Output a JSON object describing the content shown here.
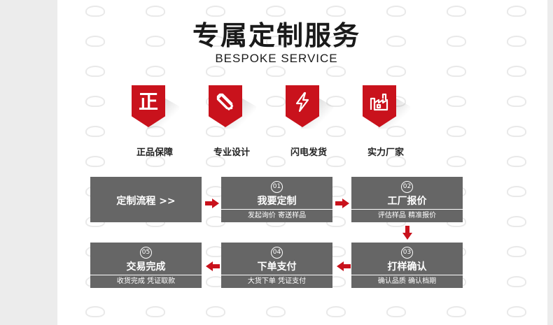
{
  "header": {
    "title": "专属定制服务",
    "subtitle": "BESPOKE SERVICE"
  },
  "features": [
    {
      "glyph": "正",
      "label": "正品保障",
      "icon": "authentic-icon"
    },
    {
      "glyph": "",
      "label": "专业设计",
      "icon": "design-pencil-ruler-icon"
    },
    {
      "glyph": "",
      "label": "闪电发货",
      "icon": "lightning-icon"
    },
    {
      "glyph": "",
      "label": "实力厂家",
      "icon": "factory-icon"
    }
  ],
  "process": {
    "intro": "定制流程 >>",
    "steps": [
      {
        "num": "01",
        "title": "我要定制",
        "sub": "发起询价 寄送样品"
      },
      {
        "num": "02",
        "title": "工厂报价",
        "sub": "评估样品 精准报价"
      },
      {
        "num": "03",
        "title": "打样确认",
        "sub": "确认品质 确认档期"
      },
      {
        "num": "04",
        "title": "下单支付",
        "sub": "大货下单 凭证支付"
      },
      {
        "num": "05",
        "title": "交易完成",
        "sub": "收货完成 凭证取款"
      }
    ]
  },
  "colors": {
    "accent": "#c9121c",
    "box": "#666666",
    "text": "#1a1a1a"
  }
}
